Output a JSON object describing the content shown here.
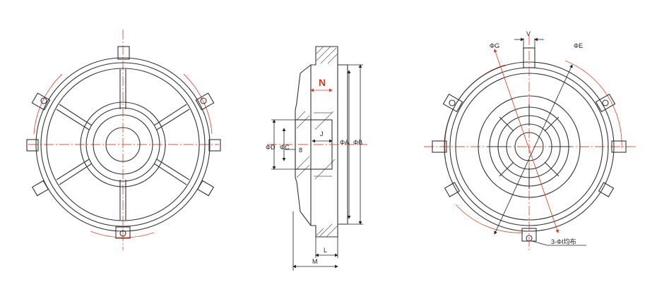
{
  "colors": {
    "line": "#333333",
    "dim": "#222222",
    "center": "#e0553b",
    "accent": "#d43a1a",
    "background": "#ffffff"
  },
  "section_view": {
    "labels": {
      "n": "N",
      "phi_d": "ΦD",
      "phi_c": "ΦC",
      "eight": "8",
      "j": "J",
      "phi_a": "ΦA",
      "phi_b": "ΦB",
      "l": "L",
      "m": "M"
    }
  },
  "rear_view": {
    "labels": {
      "v": "V",
      "phi_g": "ΦG",
      "phi_e": "ΦE",
      "holes_note": "3-ΦI均布"
    }
  }
}
